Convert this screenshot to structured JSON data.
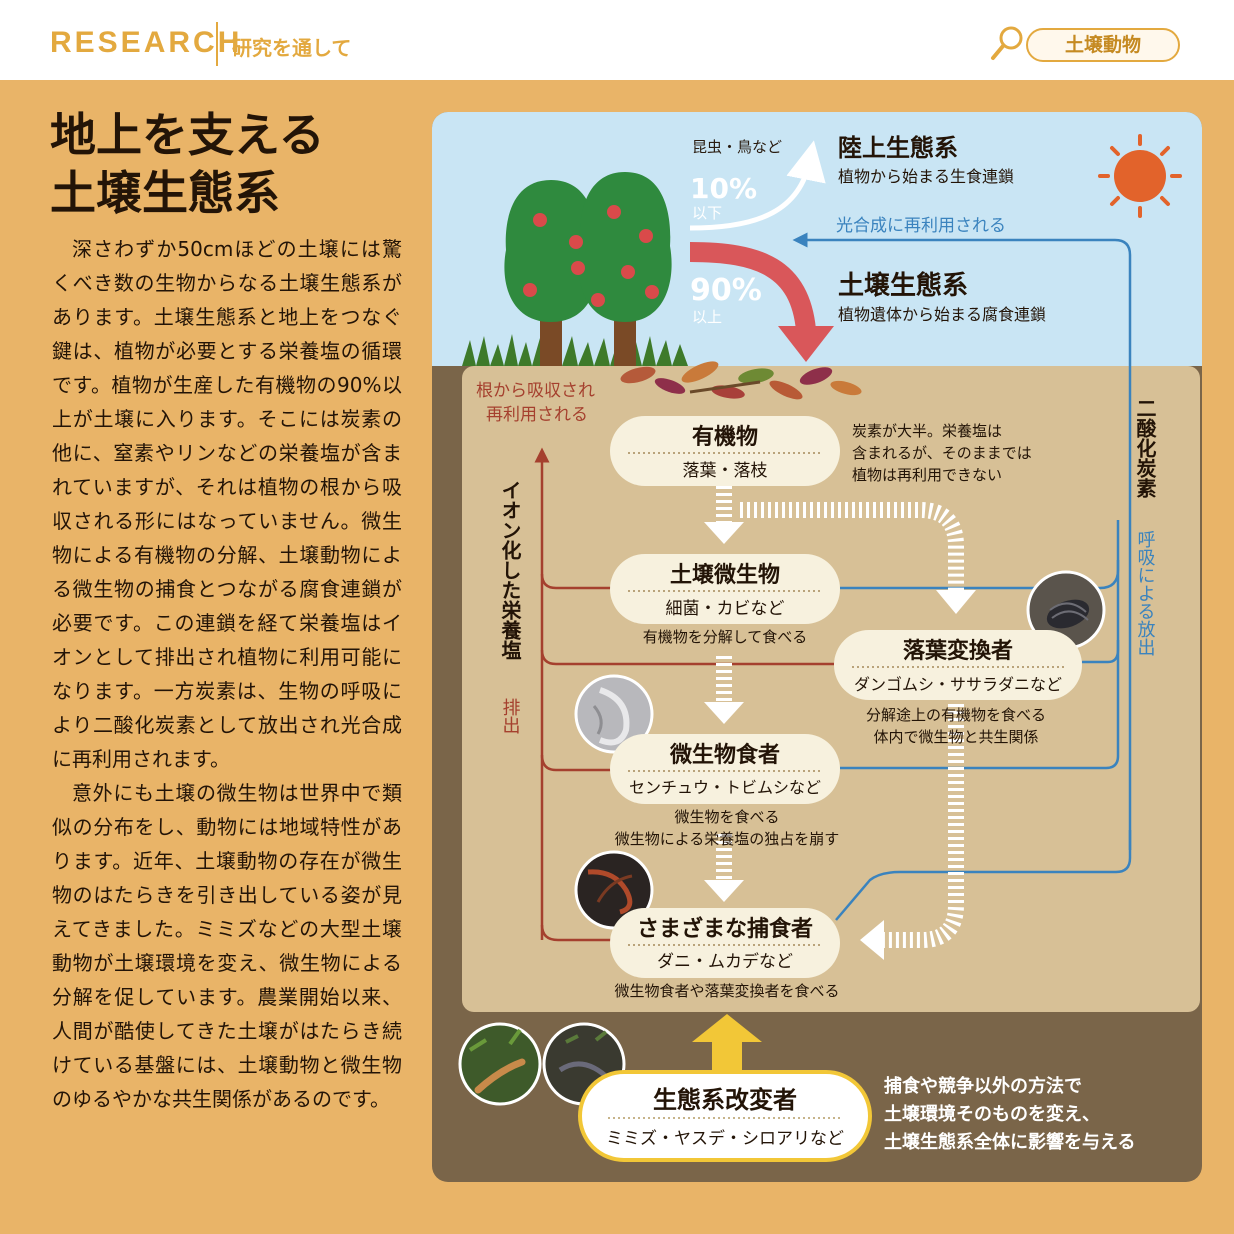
{
  "header": {
    "brand": "RESEARCH",
    "section": "研究を通して",
    "tag": "土壌動物"
  },
  "article": {
    "title_lines": [
      "地上を支える",
      "土壌生態系"
    ],
    "paragraphs": [
      "深さわずか50cmほどの土壌には驚くべき数の生物からなる土壌生態系があります。土壌生態系と地上をつなぐ鍵は、植物が必要とする栄養塩の循環です。植物が生産した有機物の90%以上が土壌に入ります。そこには炭素の他に、窒素やリンなどの栄養塩が含まれていますが、それは植物の根から吸収される形にはなっていません。微生物による有機物の分解、土壌動物による微生物の捕食とつながる腐食連鎖が必要です。この連鎖を経て栄養塩はイオンとして排出され植物に利用可能になります。一方炭素は、生物の呼吸により二酸化炭素として放出され光合成に再利用されます。",
      "意外にも土壌の微生物は世界中で類似の分布をし、動物には地域特性があります。近年、土壌動物の存在が微生物のはたらきを引き出している姿が見えてきました。ミミズなどの大型土壌動物が土壌環境を変え、微生物による分解を促しています。農業開始以来、人間が酷使してきた土壌がはたらき続けている基盤には、土壌動物と微生物のゆるやかな共生関係があるのです。"
    ]
  },
  "diagram": {
    "above": {
      "insects_label": "昆虫・鳥など",
      "pct_up": "10%",
      "pct_up_sub": "以下",
      "pct_down": "90%",
      "pct_down_sub": "以上",
      "land_title": "陸上生態系",
      "land_sub": "植物から始まる生食連鎖",
      "soil_title": "土壌生態系",
      "soil_sub": "植物遺体から始まる腐食連鎖",
      "photosynthesis": "光合成に再利用される"
    },
    "left_label_1": "根から吸収され",
    "left_label_2": "再利用される",
    "ion_label": "イオン化した栄養塩",
    "excretion_label": "排出",
    "co2_label": "二酸化炭素",
    "respiration_label": "呼吸による放出",
    "nodes": {
      "organic": {
        "title": "有機物",
        "sub": "落葉・落枝"
      },
      "organic_note": [
        "炭素が大半。栄養塩は",
        "含まれるが、そのままでは",
        "植物は再利用できない"
      ],
      "microbes": {
        "title": "土壌微生物",
        "sub": "細菌・カビなど",
        "note": "有機物を分解して食べる"
      },
      "litter": {
        "title": "落葉変換者",
        "sub": "ダンゴムシ・ササラダニなど",
        "note": [
          "分解途上の有機物を食べる",
          "体内で微生物と共生関係"
        ]
      },
      "eaters": {
        "title": "微生物食者",
        "sub": "センチュウ・トビムシなど",
        "note": [
          "微生物を食べる",
          "微生物による栄養塩の独占を崩す"
        ]
      },
      "predators": {
        "title": "さまざまな捕食者",
        "sub": "ダニ・ムカデなど",
        "note": "微生物食者や落葉変換者を食べる"
      },
      "engineers": {
        "title": "生態系改変者",
        "sub": "ミミズ・ヤスデ・シロアリなど"
      },
      "engineers_note": [
        "捕食や競争以外の方法で",
        "土壌環境そのものを変え、",
        "土壌生態系全体に影響を与える"
      ]
    }
  },
  "colors": {
    "accent": "#e3a93f",
    "sky": "#c9e5f4",
    "soil_dark": "#7a6549",
    "soil_light": "#d7c096",
    "red_arrow": "#d9575a",
    "blue_line": "#3a83be",
    "brown_line": "#a5402e",
    "yellow_arrow": "#f2c737"
  }
}
